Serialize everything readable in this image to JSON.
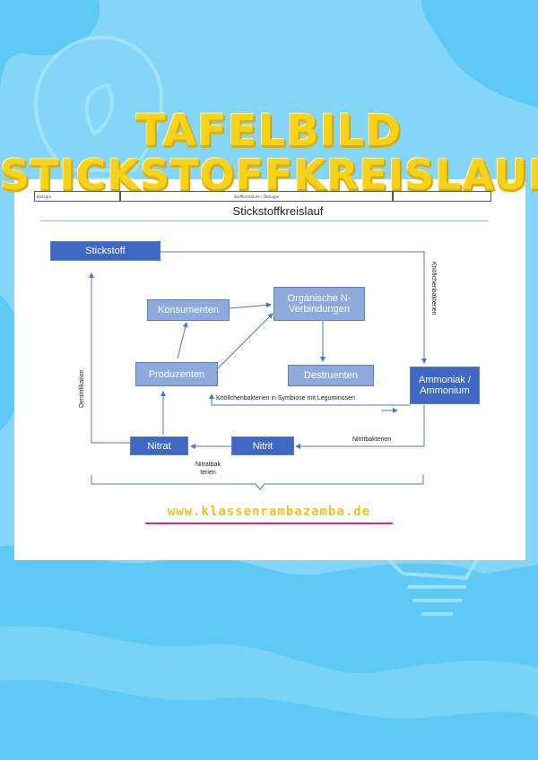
{
  "poster": {
    "title_line1": "TAFELBILD",
    "title_line2": "STICKSTOFFKREISLAUF",
    "website": "www.klassenrambazamba.de",
    "colors": {
      "background": "#84d6f8",
      "blob": "#5ec9f5",
      "title": "#f7d21a",
      "underline": "#e0286a"
    }
  },
  "document": {
    "header_left": "Biologie",
    "header_middle": "Stoffkreisläufe / Ökologie",
    "title": "Stickstoffkreislauf"
  },
  "diagram": {
    "nodes": {
      "stickstoff": "Stickstoff",
      "konsumenten": "Konsumenten",
      "organische": "Organische N-Verbindungen",
      "produzenten": "Produzenten",
      "destruenten": "Destruenten",
      "ammoniak": "Ammoniak / Ammonium",
      "nitrat": "Nitrat",
      "nitrit": "Nitrit"
    },
    "edge_labels": {
      "knoellchen_vertical": "Knöllchenbakterien",
      "denitrifikation": "Denitrifikation",
      "symbiose": "Knöllchenbakterien in Symbiose mit Leguminosen",
      "nitritbakterien": "Nitritbakterien",
      "nitratbakterien": "Nitratbak\nterien"
    }
  }
}
